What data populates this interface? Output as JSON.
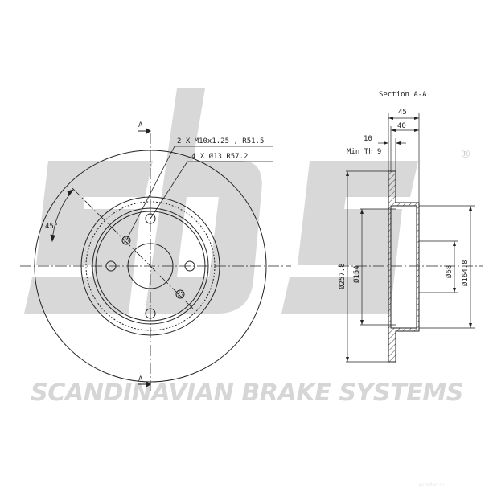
{
  "watermark": {
    "logo": "sbs",
    "registered": "®",
    "brand_line": "SCANDINAVIAN BRAKE SYSTEMS",
    "credit": "autodoc.ru"
  },
  "front_view": {
    "section_mark_top": "A",
    "section_mark_bottom": "A",
    "angle_label": "45°",
    "note_threaded_holes": "2 X M10x1.25 , R51.5",
    "note_bolt_holes": "4 X Ø13 R57.2"
  },
  "section_view": {
    "title": "Section A-A",
    "dim_overall_height": "45",
    "dim_hat_height": "40",
    "dim_thickness": "10",
    "min_thickness_label": "Min Th 9",
    "dim_outer_diameter": "Ø257.8",
    "dim_inner_diameter": "Ø154",
    "dim_center_bore": "Ø68",
    "dim_hat_diameter": "Ø164.8"
  }
}
